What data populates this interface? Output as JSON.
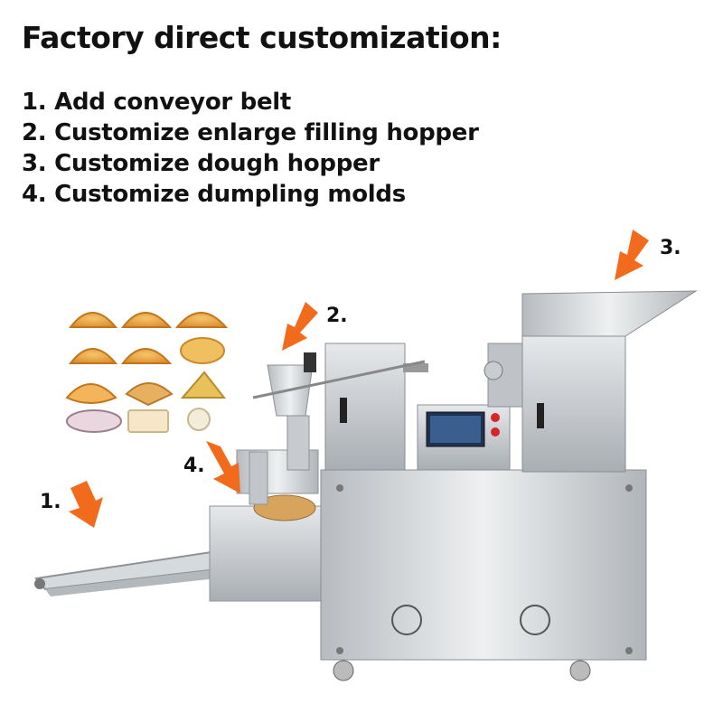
{
  "heading": "Factory direct customization:",
  "items": [
    "1. Add conveyor belt",
    "2. Customize enlarge filling hopper",
    "3. Customize dough hopper",
    "4. Customize dumpling molds"
  ],
  "callouts": {
    "one": "1.",
    "two": "2.",
    "three": "3.",
    "four": "4."
  },
  "colors": {
    "arrow": "#f26a1b",
    "steel": "#c9cdd1",
    "dumpling": "#e8a340"
  }
}
